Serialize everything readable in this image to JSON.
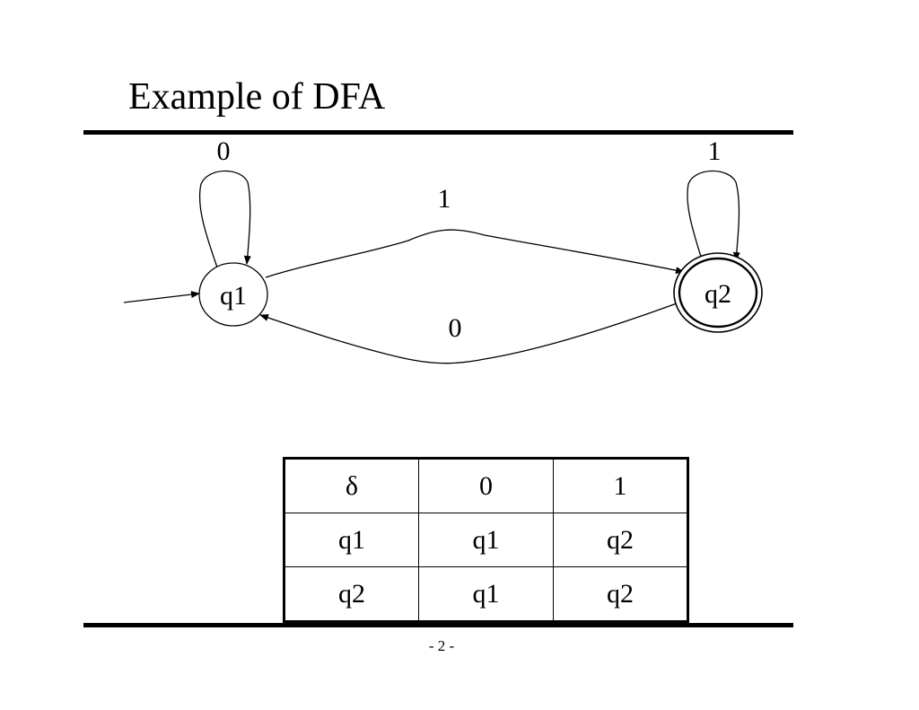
{
  "slide": {
    "title": "Example of DFA",
    "page_number": "- 2 -"
  },
  "dfa": {
    "states": [
      {
        "name": "q1",
        "start": true,
        "accepting": false
      },
      {
        "name": "q2",
        "start": false,
        "accepting": true
      }
    ],
    "transitions": [
      {
        "from": "q1",
        "to": "q1",
        "symbol": "0"
      },
      {
        "from": "q1",
        "to": "q2",
        "symbol": "1"
      },
      {
        "from": "q2",
        "to": "q2",
        "symbol": "1"
      },
      {
        "from": "q2",
        "to": "q1",
        "symbol": "0"
      }
    ]
  },
  "table": {
    "header": [
      "δ",
      "0",
      "1"
    ],
    "rows": [
      [
        "q1",
        "q1",
        "q2"
      ],
      [
        "q2",
        "q1",
        "q2"
      ]
    ]
  }
}
